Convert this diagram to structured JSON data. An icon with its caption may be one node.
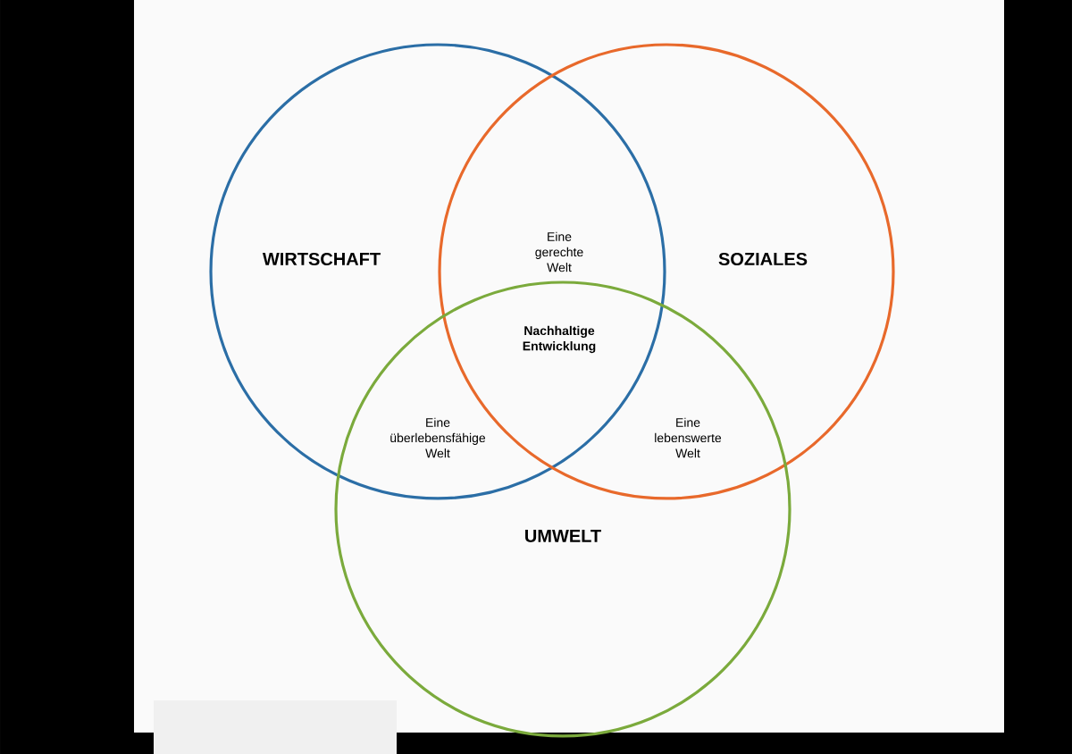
{
  "diagram": {
    "nodes": [
      {
        "text": [
          "WIRTSCHAFT"
        ]
      },
      {
        "text": [
          "SOZIALES"
        ]
      },
      {
        "text": [
          "UMWELT"
        ]
      }
    ],
    "labels": [
      "Eine gerechte Welt",
      "Nachhaltige Entwicklung",
      "Eine überlebensfähige Welt",
      "Eine lebenswerte Welt"
    ]
  }
}
